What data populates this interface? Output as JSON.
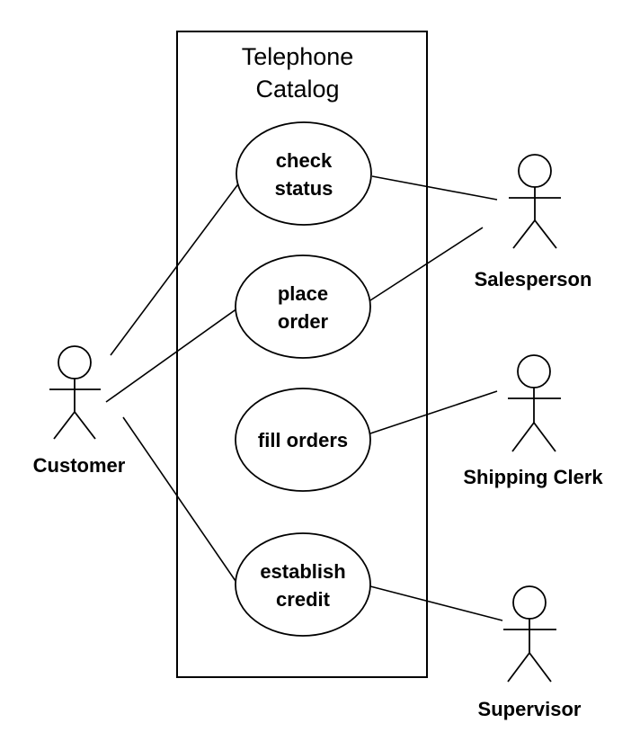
{
  "system": {
    "title_line1": "Telephone",
    "title_line2": "Catalog"
  },
  "use_cases": {
    "check_status": {
      "line1": "check",
      "line2": "status"
    },
    "place_order": {
      "line1": "place",
      "line2": "order"
    },
    "fill_orders": {
      "line1": "fill orders"
    },
    "establish_credit": {
      "line1": "establish",
      "line2": "credit"
    }
  },
  "actors": {
    "customer": "Customer",
    "salesperson": "Salesperson",
    "shipping_clerk": "Shipping Clerk",
    "supervisor": "Supervisor"
  }
}
